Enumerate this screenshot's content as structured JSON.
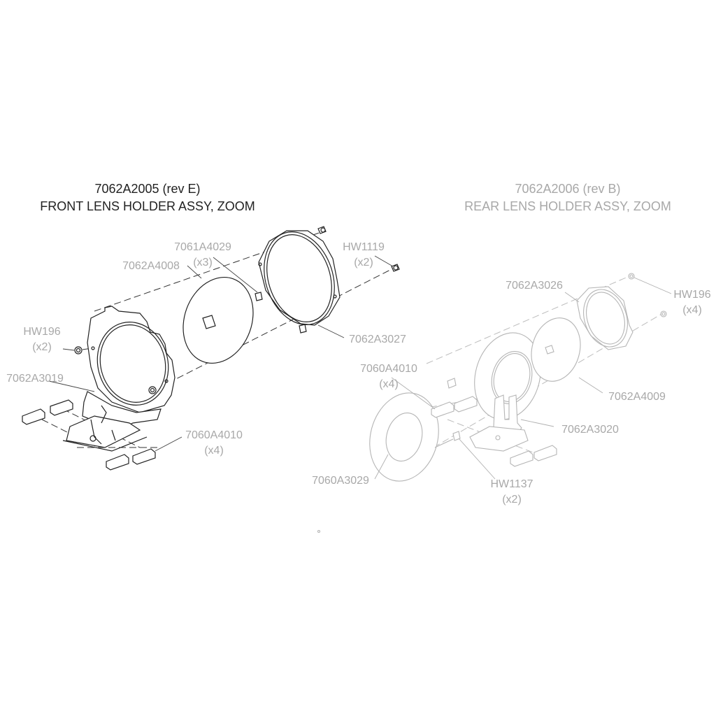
{
  "front_assembly": {
    "part_number": "7062A2005 (rev E)",
    "description": "FRONT LENS HOLDER ASSY, ZOOM",
    "callouts": {
      "c7061A4029": "7061A4029",
      "c7061A4029_qty": "(x3)",
      "c7062A4008": "7062A4008",
      "cHW1119": "HW1119",
      "cHW1119_qty": "(x2)",
      "cHW196": "HW196",
      "cHW196_qty": "(x2)",
      "c7062A3027": "7062A3027",
      "c7062A3019": "7062A3019",
      "c7060A4010": "7060A4010",
      "c7060A4010_qty": "(x4)"
    },
    "color": "#222222"
  },
  "rear_assembly": {
    "part_number": "7062A2006 (rev B)",
    "description": "REAR LENS HOLDER ASSY, ZOOM",
    "callouts": {
      "c7062A3026": "7062A3026",
      "cHW196": "HW196",
      "cHW196_qty": "(x4)",
      "c7060A4010": "7060A4010",
      "c7060A4010_qty": "(x4)",
      "c7062A4009": "7062A4009",
      "c7062A3020": "7062A3020",
      "c7060A3029": "7060A3029",
      "cHW1137": "HW1137",
      "cHW1137_qty": "(x2)"
    },
    "color": "#a8a8a8"
  }
}
